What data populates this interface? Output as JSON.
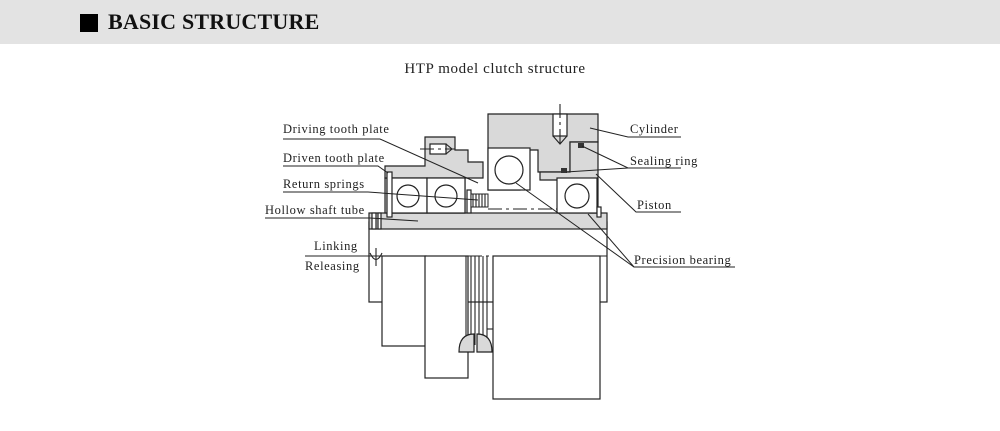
{
  "header": {
    "title": "BASIC STRUCTURE",
    "bullet_icon": "black-square-icon",
    "bar_color": "#e3e3e3"
  },
  "diagram": {
    "title": "HTP model clutch structure",
    "labels": {
      "driving_tooth_plate": "Driving tooth plate",
      "driven_tooth_plate": "Driven tooth plate",
      "return_springs": "Return springs",
      "hollow_shaft_tube": "Hollow shaft tube",
      "linking": "Linking",
      "releasing": "Releasing",
      "cylinder": "Cylinder",
      "sealing_ring": "Sealing ring",
      "piston": "Piston",
      "precision_bearing": "Precision bearing"
    }
  }
}
